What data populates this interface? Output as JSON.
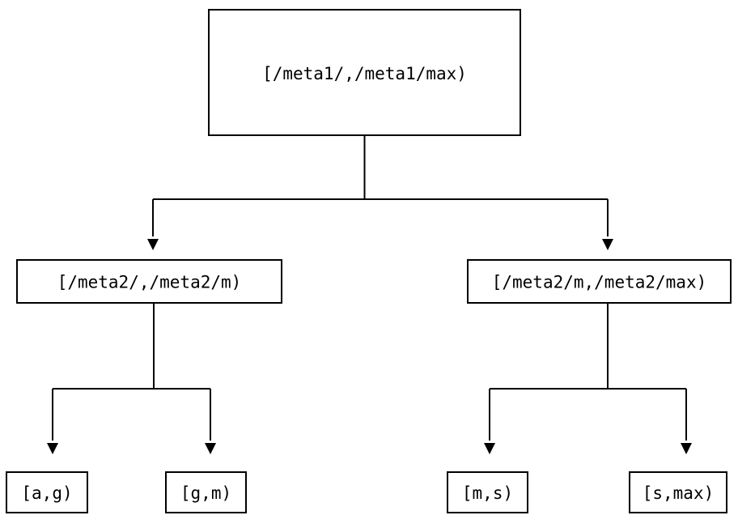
{
  "diagram": {
    "title": "interval-partition-tree",
    "background_color": "#ffffff",
    "stroke_color": "#000000",
    "text_color": "#000000",
    "nodes": {
      "root": {
        "label": "[/meta1/,/meta1/max)"
      },
      "mid_left": {
        "label": "[/meta2/,/meta2/m)"
      },
      "mid_right": {
        "label": "[/meta2/m,/meta2/max)"
      },
      "leaf_1": {
        "label": "[a,g)"
      },
      "leaf_2": {
        "label": "[g,m)"
      },
      "leaf_3": {
        "label": "[m,s)"
      },
      "leaf_4": {
        "label": "[s,max)"
      }
    }
  }
}
